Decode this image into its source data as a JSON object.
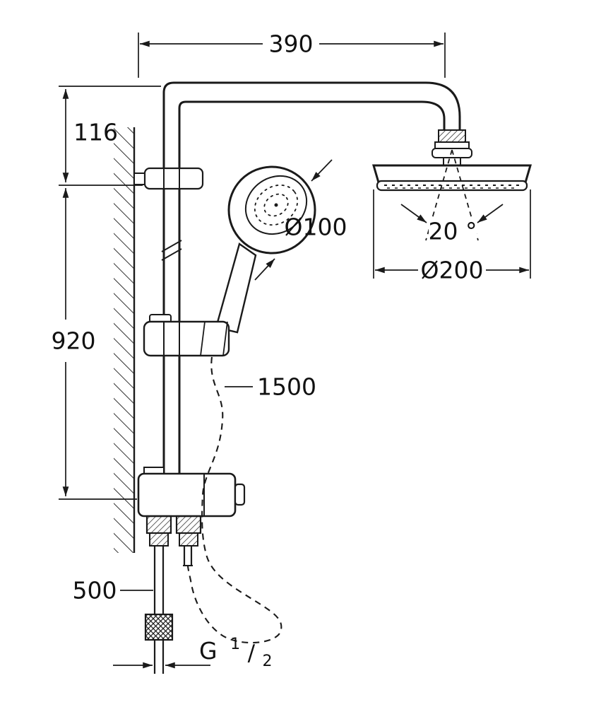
{
  "drawing": {
    "background": "#ffffff",
    "stroke": "#1a1a1a",
    "labels": {
      "top_width": "390",
      "upper_offset": "116",
      "rail_height": "920",
      "hand_shower_diameter": "Ø100",
      "head_tilt_angle": "20 °",
      "head_shower_diameter": "Ø200",
      "shower_hose_length": "1500",
      "supply_hose_length": "500",
      "thread": {
        "prefix": "G",
        "numerator": "1",
        "slash": "/",
        "denominator": "2"
      }
    }
  }
}
